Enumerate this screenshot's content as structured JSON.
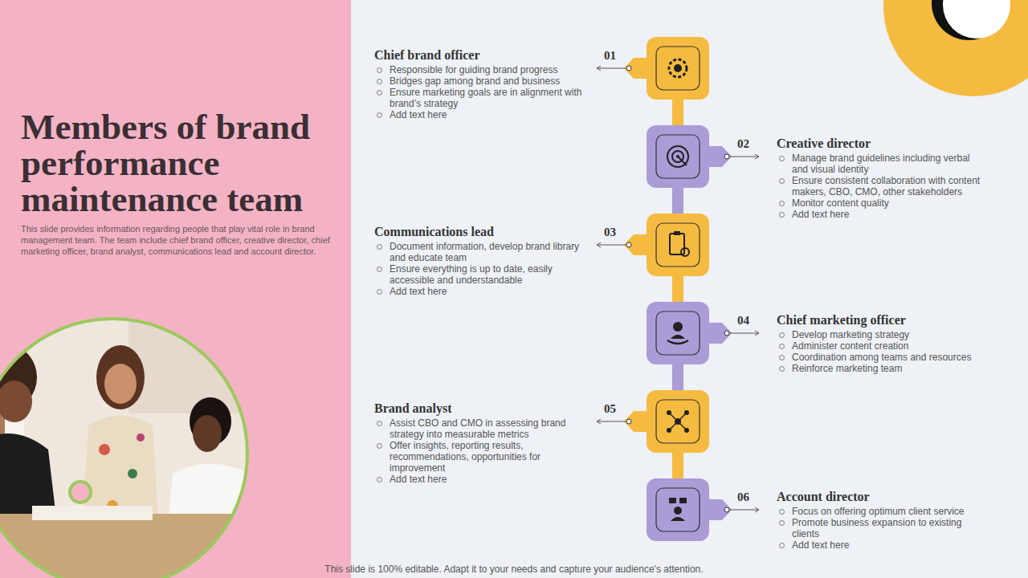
{
  "diagram": {
    "title": "Members of brand performance maintenance team",
    "caption": "This slide provides information regarding people that play vital role in brand management team. The team include chief brand officer, creative director, chief marketing officer, brand analyst, communications lead and account director.",
    "nodes": [
      {
        "text": [
          "01",
          "Chief brand officer",
          "Responsible for guiding brand progress",
          "Bridges gap among brand and business",
          "Ensure marketing goals are in alignment with brand’s strategy",
          "Add text here"
        ]
      },
      {
        "text": [
          "02",
          "Creative director",
          "Manage brand guidelines including verbal and visual identity",
          "Ensure consistent collaboration with content makers, CBO, CMO, other stakeholders",
          "Monitor content quality",
          "Add text here"
        ]
      },
      {
        "text": [
          "03",
          "Communications lead",
          "Document information, develop brand library and educate team",
          "Ensure everything is up to date, easily accessible and understandable",
          "Add text here"
        ]
      },
      {
        "text": [
          "04",
          "Chief marketing officer",
          "Develop marketing strategy",
          "Administer content creation",
          "Coordination among teams and resources",
          "Reinforce marketing team"
        ]
      },
      {
        "text": [
          "05",
          "Brand analyst",
          "Assist CBO and CMO in assessing brand strategy into measurable metrics",
          "Offer insights, reporting results, recommendations, opportunities for improvement",
          "Add text here"
        ]
      },
      {
        "text": [
          "06",
          "Account director",
          "Focus on offering optimum client service",
          "Promote business expansion to existing clients",
          "Add text here"
        ]
      }
    ],
    "edges": [
      {
        "from": 0,
        "to": 1,
        "arrow": "none"
      },
      {
        "from": 1,
        "to": 2,
        "arrow": "none"
      },
      {
        "from": 2,
        "to": 3,
        "arrow": "none"
      },
      {
        "from": 3,
        "to": 4,
        "arrow": "none"
      },
      {
        "from": 4,
        "to": 5,
        "arrow": "none"
      }
    ],
    "labels": [
      "This slide is 100% editable. Adapt it to your needs and capture your audience's attention."
    ]
  }
}
